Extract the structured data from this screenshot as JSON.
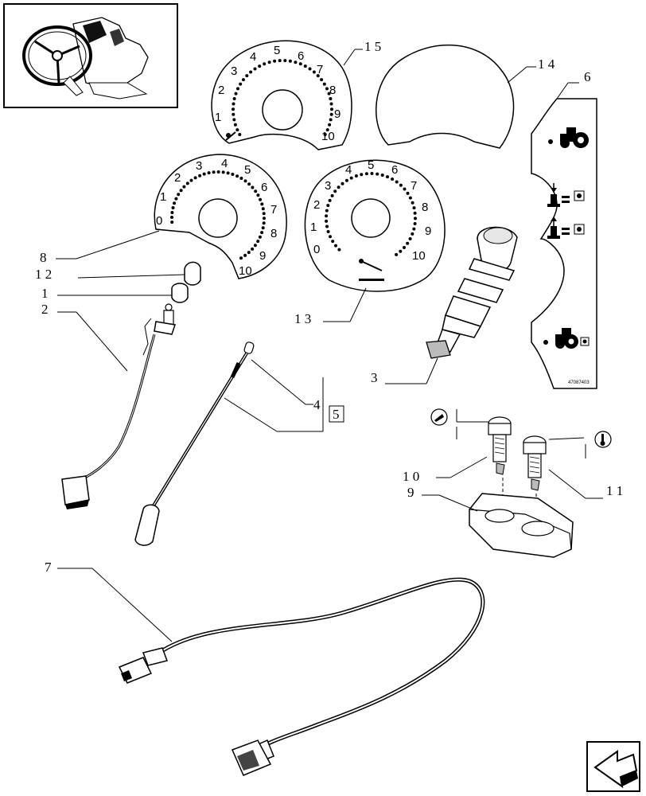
{
  "callouts": {
    "c1": "1",
    "c2": "2",
    "c3": "3",
    "c4": "4",
    "c5": "5",
    "c6": "6",
    "c7": "7",
    "c8": "8",
    "c9": "9",
    "c10": "1 0",
    "c11": "1 1",
    "c12": "1 2",
    "c13": "1 3",
    "c14": "1 4",
    "c15": "1 5"
  },
  "dials": {
    "dial_15": [
      "1",
      "2",
      "3",
      "4",
      "5",
      "6",
      "7",
      "8",
      "9",
      "10"
    ],
    "dial_8": [
      "0",
      "1",
      "2",
      "3",
      "4",
      "5",
      "6",
      "7",
      "8",
      "9",
      "10"
    ],
    "dial_13": [
      "0",
      "1",
      "2",
      "3",
      "4",
      "5",
      "6",
      "7",
      "8",
      "9",
      "10"
    ]
  },
  "drawing_code": "47087403",
  "icons": {
    "index_thumbnail": "dashboard-locator-icon",
    "nav_arrow": "next-page-arrow-icon",
    "tractor_top": "tractor-icon",
    "tractor_bottom": "tractor-icon",
    "lift_down": "lift-down-icon",
    "lift_up": "lift-up-icon",
    "oil_pressure": "oil-pressure-icon",
    "coolant_temp": "coolant-temperature-icon"
  }
}
